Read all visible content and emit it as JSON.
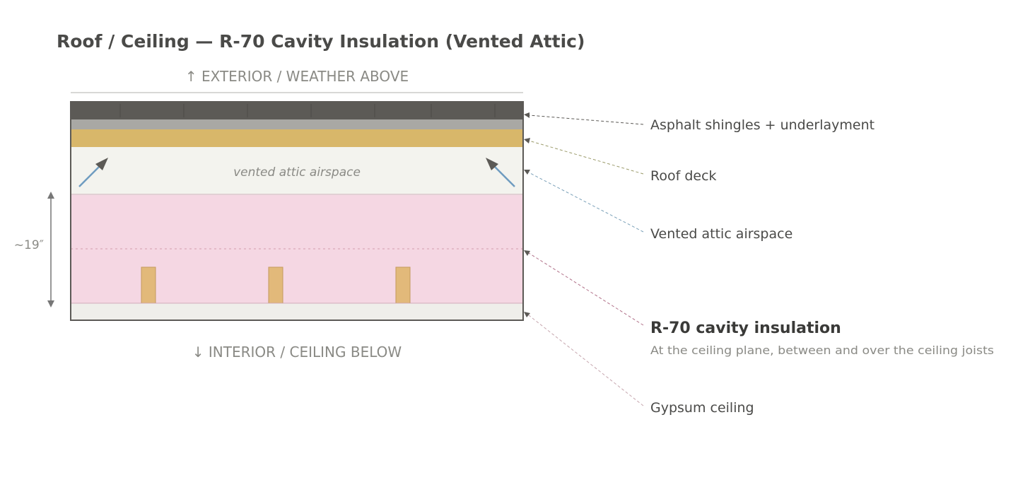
{
  "title": "Roof / Ceiling — R-70 Cavity Insulation (Vented Attic)",
  "exterior_label": "↑ EXTERIOR / WEATHER ABOVE",
  "interior_label": "↓ INTERIOR / CEILING BELOW",
  "airspace_note": "vented attic airspace",
  "depth_label": "~19″",
  "layers": [
    {
      "label": "Asphalt shingles + underlayment",
      "color": "#5c5a56",
      "leader_color": "#5c5a56"
    },
    {
      "label": "Roof deck",
      "color": "#d8b76a",
      "leader_color": "#9a9a6a"
    },
    {
      "label": "Vented attic airspace",
      "color": "#f3f3ee",
      "leader_color": "#7aa0b8"
    },
    {
      "label": "R-70 cavity insulation",
      "sublabel": "At the ceiling plane, between and over the ceiling joists",
      "color": "#f5d7e3",
      "leader_color": "#b07088"
    },
    {
      "label": "Gypsum ceiling",
      "color": "#efeeea",
      "leader_color": "#c6a6ae"
    }
  ],
  "colors": {
    "underlayment": "#a9a8a4",
    "joist": "#e2b97a",
    "vent_arrow": "#6f9cc0",
    "outline": "#5c5a56",
    "text_muted": "#8a8a85",
    "text": "#4a4a48"
  }
}
